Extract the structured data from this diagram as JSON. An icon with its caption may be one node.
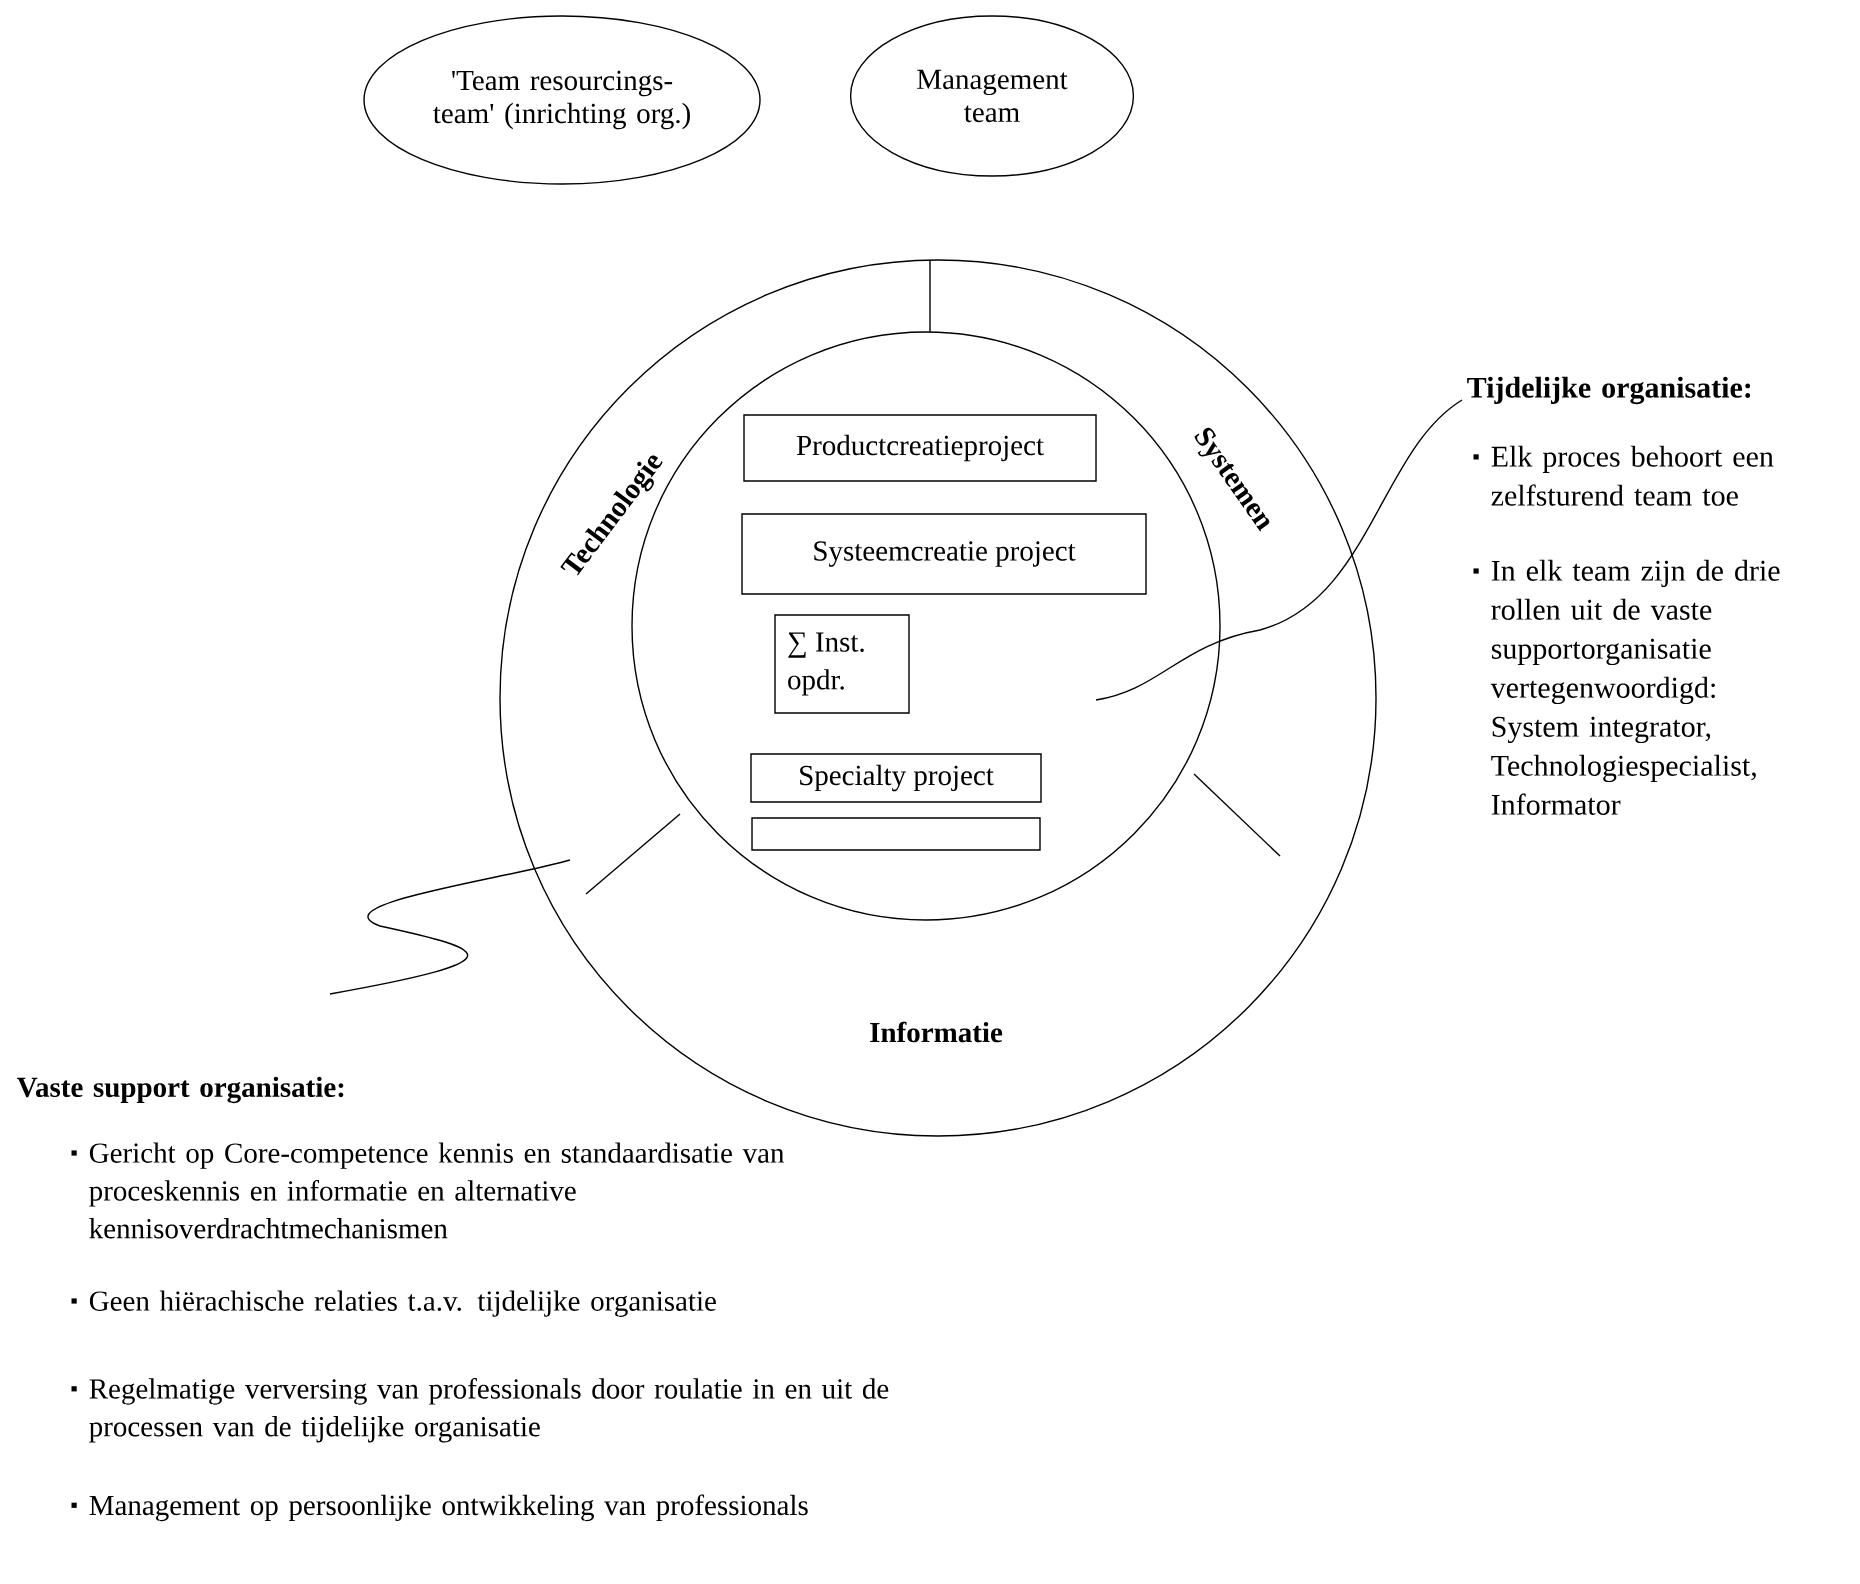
{
  "diagram": {
    "nodes": [
      {
        "text": [
          "'Team resourcings-team' (inrichting org.)"
        ]
      },
      {
        "text": [
          "Management team"
        ]
      },
      {
        "text": [
          "Technologie",
          "Systemen",
          "Informatie"
        ]
      },
      {
        "text": [],
        "shape": "circle",
        "in": 2
      },
      {
        "text": [
          "Productcreatieproject"
        ],
        "in": 3
      },
      {
        "text": [
          "Systeemcreatie project"
        ],
        "in": 3
      },
      {
        "text": [
          "∑ Inst. opdr."
        ],
        "in": 3
      },
      {
        "text": [
          "Specialty project"
        ],
        "in": 3
      },
      {
        "text": [],
        "shape": "box",
        "in": 3
      },
      {
        "text": [
          "Tijdelijke organisatie:",
          "Elk proces behoort een zelfsturend team toe",
          "In elk team zijn de drie rollen uit de vaste supportorganisatie vertegenwoordigd: System integrator, Technologiespecialist, Informator"
        ]
      },
      {
        "text": [
          "Vaste support organisatie:",
          "Gericht op Core-competence kennis en standaardisatie van proceskennis en informatie en alternative kennisoverdrachtmechanismen",
          "Geen hiërachische relaties t.a.v. tijdelijke organisatie",
          "Regelmatige verversing van professionals door roulatie in en uit de processen van de tijdelijke organisatie",
          "Management op persoonlijke ontwikkeling van professionals"
        ]
      }
    ],
    "edges": [
      {
        "from": 9,
        "to": 3,
        "arrow": "none"
      },
      {
        "from": 10,
        "to": 2,
        "arrow": "none"
      }
    ]
  }
}
